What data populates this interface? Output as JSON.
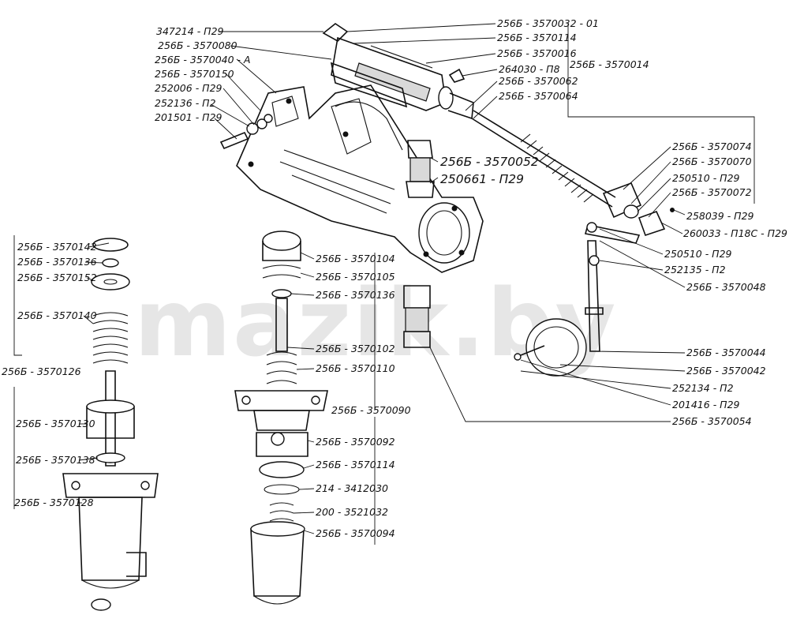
{
  "watermark": "mazik.by",
  "labels": {
    "l01": "347214 - П29",
    "l02": "256Б - 3570080",
    "l03": "256Б - 3570040 - А",
    "l04": "256Б - 3570150",
    "l05": "252006 - П29",
    "l06": "252136 - П2",
    "l07": "201501 - П29",
    "l08": "256Б - 3570032 - 01",
    "l09": "256Б - 3570114",
    "l10": "256Б - 3570016",
    "l11": "264030 - П8",
    "l12": "256Б - 3570062",
    "l13": "256Б - 3570064",
    "l14": "256Б - 3570014",
    "l15": "256Б - 3570052",
    "l16": "250661 - П29",
    "l17": "256Б - 3570074",
    "l18": "256Б - 3570070",
    "l19": "250510 - П29",
    "l20": "256Б - 3570072",
    "l21": "258039 - П29",
    "l22": "260033 - П18С - П29",
    "l23": "250510 - П29",
    "l24": "252135 - П2",
    "l25": "256Б - 3570048",
    "l26": "256Б - 3570044",
    "l27": "256Б - 3570042",
    "l28": "252134 - П2",
    "l29": "201416 - П29",
    "l30": "256Б - 3570054",
    "l31": "256Б - 3570142",
    "l32": "256Б - 3570136",
    "l33": "256Б - 3570152",
    "l34": "256Б - 3570140",
    "l35": "256Б - 3570126",
    "l36": "256Б - 3570130",
    "l37": "256Б - 3570138",
    "l38": "256Б - 3570128",
    "l39": "256Б - 3570104",
    "l40": "256Б - 3570105",
    "l41": "256Б - 3570136",
    "l42": "256Б - 3570102",
    "l43": "256Б - 3570110",
    "l44": "256Б - 3570090",
    "l45": "256Б - 3570092",
    "l46": "256Б - 3570114",
    "l47": "214 - 3412030",
    "l48": "200 - 3521032",
    "l49": "256Б - 3570094"
  }
}
